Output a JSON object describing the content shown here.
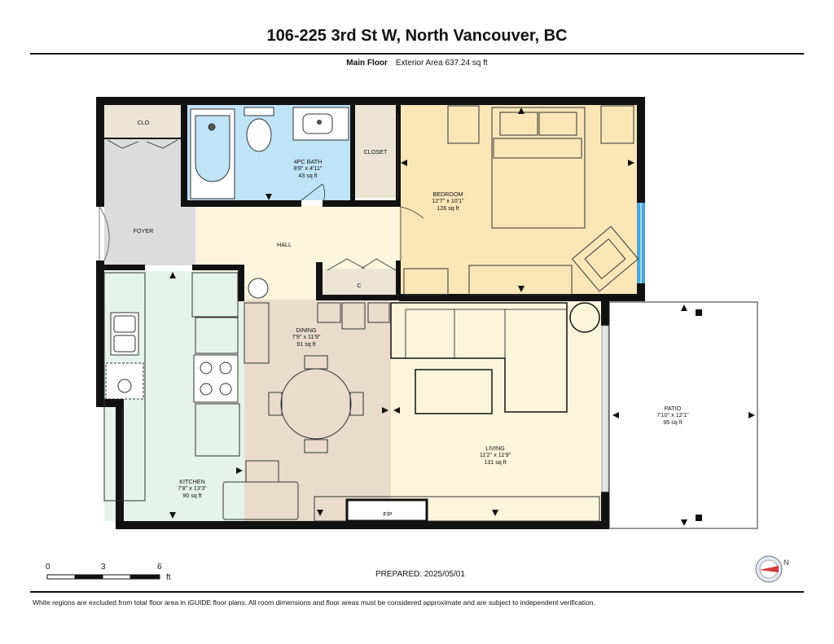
{
  "title": "106-225 3rd St W, North Vancouver, BC",
  "floor": {
    "name": "Main Floor",
    "exterior_area": "Exterior Area 637.24 sq ft"
  },
  "rooms": {
    "clo": {
      "name": "CLO"
    },
    "bath": {
      "name": "4PC BATH",
      "dims": "8'8\" x 4'11\"",
      "area": "43 sq ft"
    },
    "closet": {
      "name": "CLOSET"
    },
    "bedroom": {
      "name": "BEDROOM",
      "dims": "12'7\" x 10'1\"",
      "area": "126 sq ft"
    },
    "foyer": {
      "name": "FOYER"
    },
    "hall": {
      "name": "HALL"
    },
    "c": {
      "name": "C"
    },
    "dining": {
      "name": "DINING",
      "dims": "7'9\" x 11'9\"",
      "area": "91 sq ft"
    },
    "living": {
      "name": "LIVING",
      "dims": "11'2\" x 11'9\"",
      "area": "131 sq ft"
    },
    "kitchen": {
      "name": "KITCHEN",
      "dims": "7'8\" x 13'3\"",
      "area": "90 sq ft"
    },
    "patio": {
      "name": "PATIO",
      "dims": "7'10\" x 12'1\"",
      "area": "95 sq ft"
    },
    "fp": {
      "name": "F/P"
    }
  },
  "scale": {
    "ticks": [
      "0",
      "3",
      "6"
    ],
    "unit": "ft"
  },
  "prepared": "PREPARED:  2025/05/01",
  "disclaimer": "White regions are excluded from total floor area in iGUIDE floor plans. All room dimensions and floor areas must be considered approximate and are subject to independent verification.",
  "compass_label": "N",
  "colors": {
    "wall": "#111111",
    "bath": "#bfe3f7",
    "bedroom": "#fbe6b8",
    "hall": "#fdf5dd",
    "foyer": "#dcdcdc",
    "closet": "#ece5d6",
    "dining": "#e9dccb",
    "living": "#fdf4dc",
    "kitchen": "#e6f3ea",
    "window": "#4aa7d8"
  }
}
